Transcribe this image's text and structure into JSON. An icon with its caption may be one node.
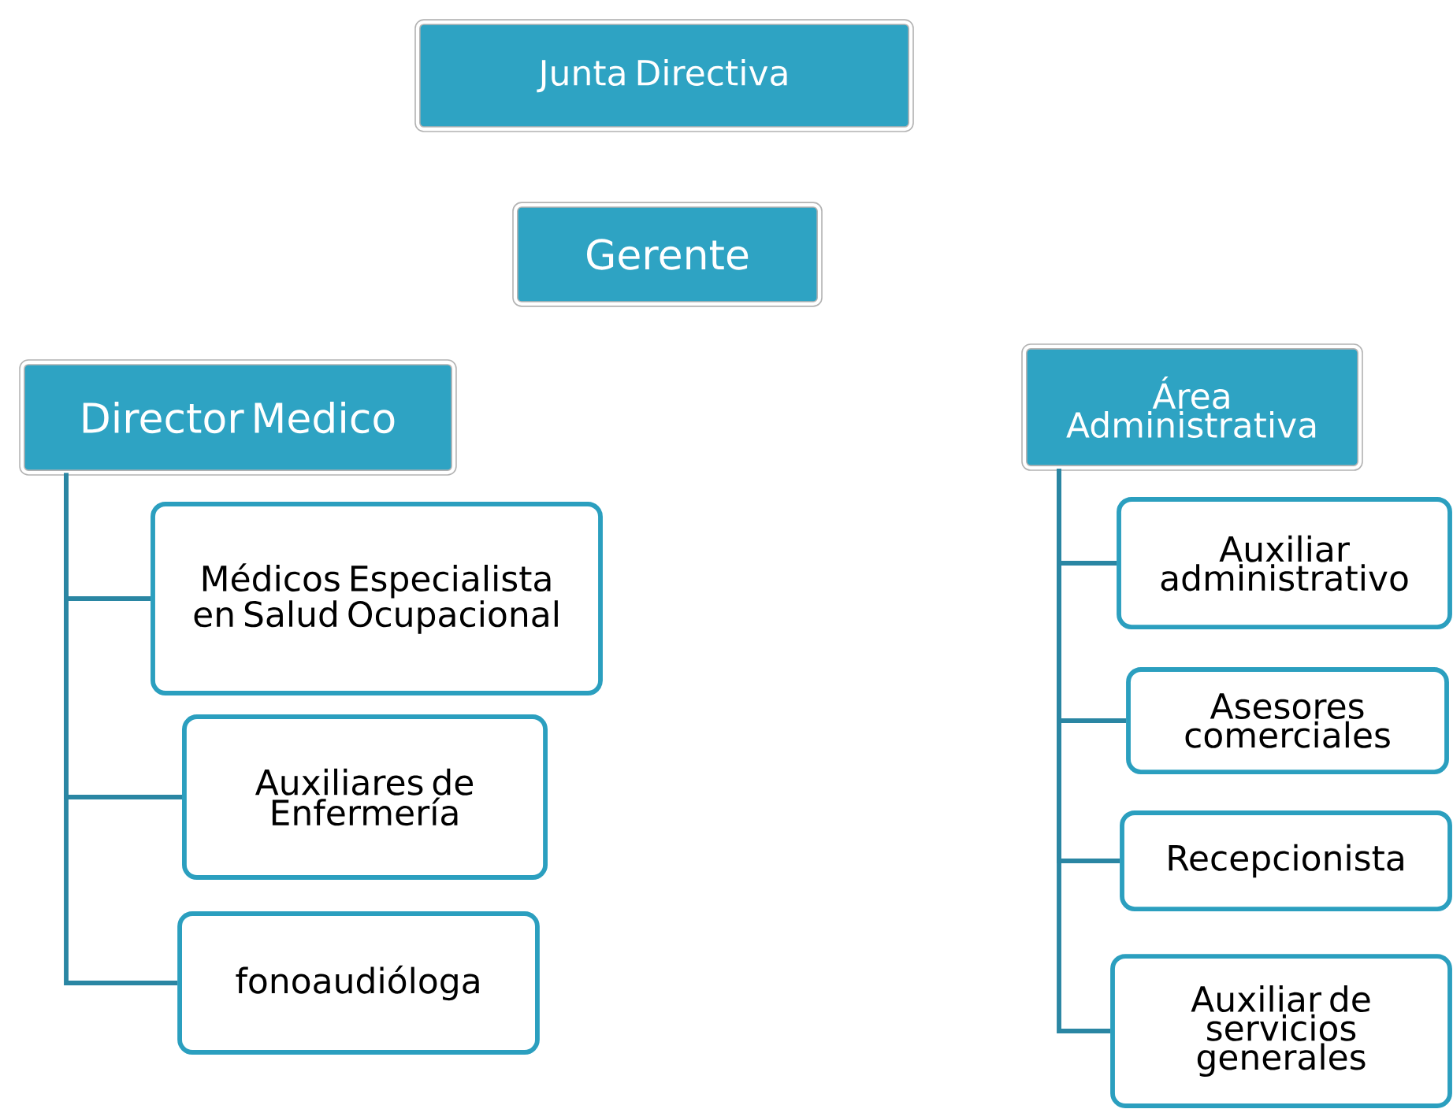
{
  "diagram": {
    "nodes": [
      {
        "text": [
          "Junta Directiva"
        ]
      },
      {
        "text": [
          "Gerente"
        ]
      },
      {
        "text": [
          "Director Medico"
        ]
      },
      {
        "text": [
          "Médicos Especialista en Salud Ocupacional"
        ]
      },
      {
        "text": [
          "Auxiliares de Enfermería"
        ]
      },
      {
        "text": [
          "fonoaudióloga"
        ]
      },
      {
        "text": [
          "Área Administrativa"
        ]
      },
      {
        "text": [
          "Auxiliar administrativo"
        ]
      },
      {
        "text": [
          "Asesores comerciales"
        ]
      },
      {
        "text": [
          "Recepcionista"
        ]
      },
      {
        "text": [
          "Auxiliar de servicios generales"
        ]
      }
    ],
    "edges": [
      {
        "from": 2,
        "to": 3,
        "arrow": "none"
      },
      {
        "from": 2,
        "to": 4,
        "arrow": "none"
      },
      {
        "from": 2,
        "to": 5,
        "arrow": "none"
      },
      {
        "from": 6,
        "to": 7,
        "arrow": "none"
      },
      {
        "from": 6,
        "to": 8,
        "arrow": "none"
      },
      {
        "from": 6,
        "to": 9,
        "arrow": "none"
      },
      {
        "from": 6,
        "to": 10,
        "arrow": "none"
      }
    ]
  }
}
